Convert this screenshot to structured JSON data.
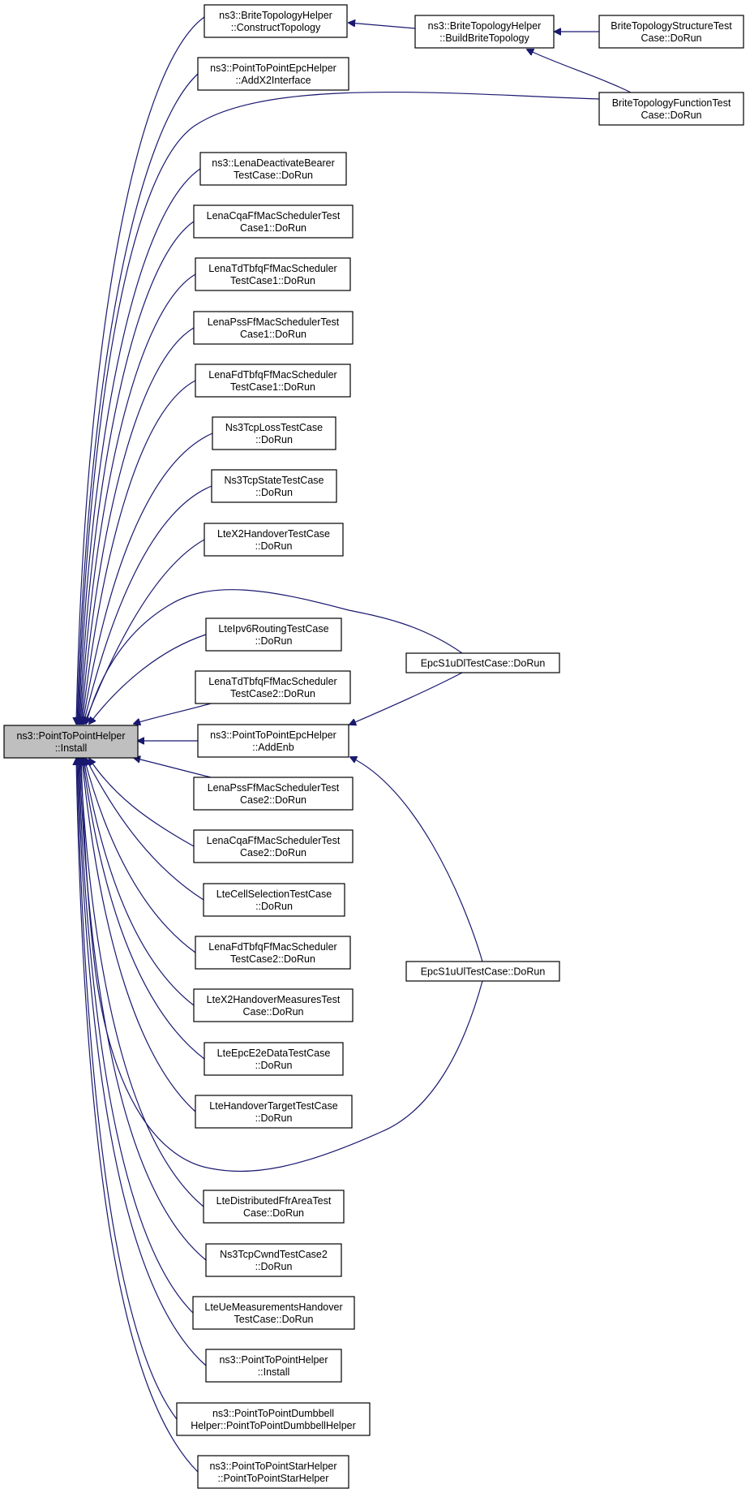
{
  "graph": {
    "edge_color": "#191970",
    "root_fill": "#bfbfbf",
    "nodes": [
      {
        "id": "root",
        "lines": [
          "ns3::PointToPointHelper",
          "::Install"
        ],
        "root": true
      },
      {
        "id": "brite_construct",
        "lines": [
          "ns3::BriteTopologyHelper",
          "::ConstructTopology"
        ]
      },
      {
        "id": "brite_build",
        "lines": [
          "ns3::BriteTopologyHelper",
          "::BuildBriteTopology"
        ]
      },
      {
        "id": "brite_struct",
        "lines": [
          "BriteTopologyStructureTest",
          "Case::DoRun"
        ]
      },
      {
        "id": "brite_func",
        "lines": [
          "BriteTopologyFunctionTest",
          "Case::DoRun"
        ]
      },
      {
        "id": "epc_addx2",
        "lines": [
          "ns3::PointToPointEpcHelper",
          "::AddX2Interface"
        ]
      },
      {
        "id": "lena_deact",
        "lines": [
          "ns3::LenaDeactivateBearer",
          "TestCase::DoRun"
        ]
      },
      {
        "id": "cqa1",
        "lines": [
          "LenaCqaFfMacSchedulerTest",
          "Case1::DoRun"
        ]
      },
      {
        "id": "tdtbfq1",
        "lines": [
          "LenaTdTbfqFfMacScheduler",
          "TestCase1::DoRun"
        ]
      },
      {
        "id": "pss1",
        "lines": [
          "LenaPssFfMacSchedulerTest",
          "Case1::DoRun"
        ]
      },
      {
        "id": "fdtbfq1",
        "lines": [
          "LenaFdTbfqFfMacScheduler",
          "TestCase1::DoRun"
        ]
      },
      {
        "id": "tcploss",
        "lines": [
          "Ns3TcpLossTestCase",
          "::DoRun"
        ]
      },
      {
        "id": "tcpstate",
        "lines": [
          "Ns3TcpStateTestCase",
          "::DoRun"
        ]
      },
      {
        "id": "x2ho",
        "lines": [
          "LteX2HandoverTestCase",
          "::DoRun"
        ]
      },
      {
        "id": "ipv6",
        "lines": [
          "LteIpv6RoutingTestCase",
          "::DoRun"
        ]
      },
      {
        "id": "tdtbfq2",
        "lines": [
          "LenaTdTbfqFfMacScheduler",
          "TestCase2::DoRun"
        ]
      },
      {
        "id": "epc_addenb",
        "lines": [
          "ns3::PointToPointEpcHelper",
          "::AddEnb"
        ]
      },
      {
        "id": "pss2",
        "lines": [
          "LenaPssFfMacSchedulerTest",
          "Case2::DoRun"
        ]
      },
      {
        "id": "cqa2",
        "lines": [
          "LenaCqaFfMacSchedulerTest",
          "Case2::DoRun"
        ]
      },
      {
        "id": "cellsel",
        "lines": [
          "LteCellSelectionTestCase",
          "::DoRun"
        ]
      },
      {
        "id": "fdtbfq2",
        "lines": [
          "LenaFdTbfqFfMacScheduler",
          "TestCase2::DoRun"
        ]
      },
      {
        "id": "x2meas",
        "lines": [
          "LteX2HandoverMeasuresTest",
          "Case::DoRun"
        ]
      },
      {
        "id": "e2e",
        "lines": [
          "LteEpcE2eDataTestCase",
          "::DoRun"
        ]
      },
      {
        "id": "hotarget",
        "lines": [
          "LteHandoverTargetTestCase",
          "::DoRun"
        ]
      },
      {
        "id": "ffrarea",
        "lines": [
          "LteDistributedFfrAreaTest",
          "Case::DoRun"
        ]
      },
      {
        "id": "cwnd2",
        "lines": [
          "Ns3TcpCwndTestCase2",
          "::DoRun"
        ]
      },
      {
        "id": "uemeas",
        "lines": [
          "LteUeMeasurementsHandover",
          "TestCase::DoRun"
        ]
      },
      {
        "id": "p2p_install",
        "lines": [
          "ns3::PointToPointHelper",
          "::Install"
        ]
      },
      {
        "id": "dumbbell",
        "lines": [
          "ns3::PointToPointDumbbell",
          "Helper::PointToPointDumbbellHelper"
        ]
      },
      {
        "id": "star",
        "lines": [
          "ns3::PointToPointStarHelper",
          "::PointToPointStarHelper"
        ]
      },
      {
        "id": "s1udl",
        "lines": [
          "EpcS1uDlTestCase::DoRun"
        ]
      },
      {
        "id": "s1uul",
        "lines": [
          "EpcS1uUlTestCase::DoRun"
        ]
      }
    ]
  }
}
